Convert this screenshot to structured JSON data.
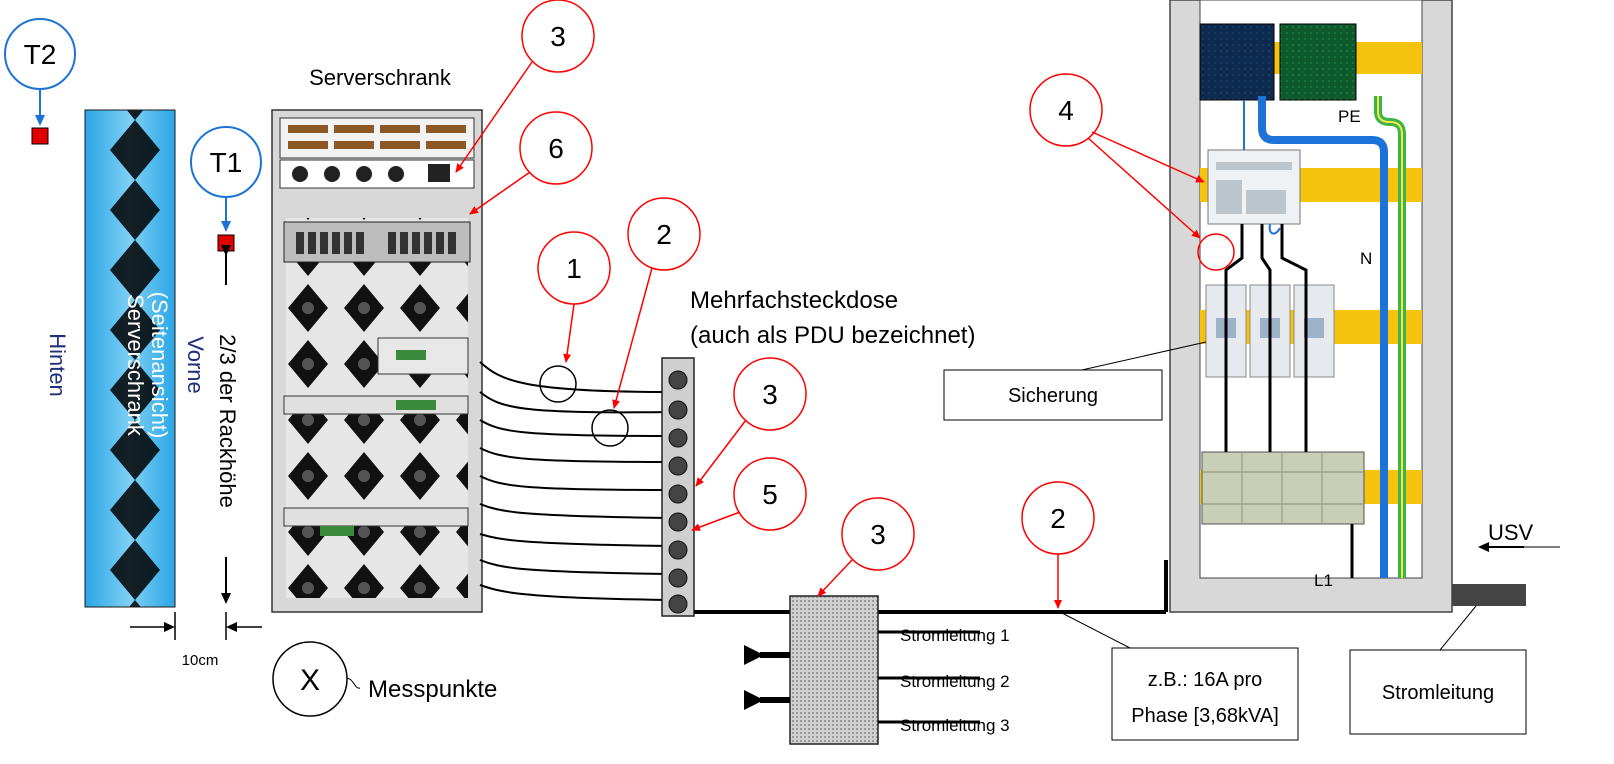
{
  "labels": {
    "t1": "T1",
    "t2": "T2",
    "rack_title": "Serverschrank",
    "rack_side_view_line1": "Serverschrank",
    "rack_side_view_line2": "(Seitenansicht)",
    "rear": "Hinten",
    "front": "Vorne",
    "rack_height": "2/3 der Rackhöhe",
    "distance": "10cm",
    "measure_symbol": "X",
    "measure_points": "Messpunkte",
    "pdu_line1": "Mehrfachsteckdose",
    "pdu_line2": "(auch als PDU bezeichnet)",
    "fuse_box": "Sicherung",
    "pe": "PE",
    "neutral": "N",
    "l1": "L1",
    "ups": "USV",
    "power_line_1": "Stromleitung 1",
    "power_line_2": "Stromleitung 2",
    "power_line_3": "Stromleitung 3",
    "rating_line1": "z.B.: 16A pro",
    "rating_line2": "Phase [3,68kVA]",
    "cable_box": "Stromleitung"
  },
  "markers": {
    "m1": "1",
    "m2a": "2",
    "m2b": "2",
    "m3a": "3",
    "m3b": "3",
    "m3c": "3",
    "m4": "4",
    "m5": "5",
    "m6": "6"
  },
  "colors": {
    "marker_red": "#ff0000",
    "sensor_blue": "#1e73d8",
    "text_navy": "#1f2f7a",
    "side_blue": "#38b2ea",
    "busbar_yellow": "#f5c20e",
    "cable_blue": "#1e73d8",
    "cable_green": "#3bb54a",
    "breaker_navy": "#0e2a4e",
    "breaker_green": "#0f5a2c"
  }
}
